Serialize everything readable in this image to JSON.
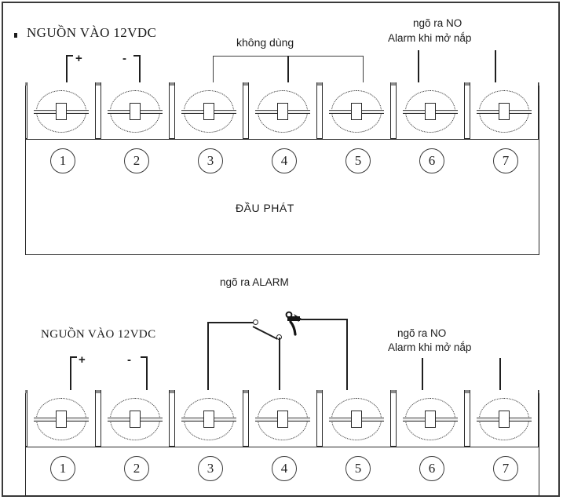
{
  "diagram": {
    "title_note": "Terminal block wiring diagram (7-pin) for transmitter unit",
    "bullet_marker": "",
    "upper": {
      "power_label": "NGUỒN VÀO 12VDC",
      "plus_sign": "+",
      "minus_sign": "-",
      "unused_label": "không dùng",
      "no_output_line1": "ngõ ra NO",
      "no_output_line2": "Alarm khi mở nắp",
      "unit_label": "ĐẦU PHÁT",
      "terminals": [
        {
          "number": "1"
        },
        {
          "number": "2"
        },
        {
          "number": "3"
        },
        {
          "number": "4"
        },
        {
          "number": "5"
        },
        {
          "number": "6"
        },
        {
          "number": "7"
        }
      ]
    },
    "lower": {
      "alarm_label": "ngõ ra ALARM",
      "power_label": "NGUỒN VÀO 12VDC",
      "plus_sign": "+",
      "minus_sign": "-",
      "no_output_line1": "ngõ ra NO",
      "no_output_line2": "Alarm khi mở nắp",
      "terminals": [
        {
          "number": "1"
        },
        {
          "number": "2"
        },
        {
          "number": "3"
        },
        {
          "number": "4"
        },
        {
          "number": "5"
        },
        {
          "number": "6"
        },
        {
          "number": "7"
        }
      ]
    },
    "colors": {
      "ink": "#1c1c1c",
      "line": "#2a2a2a",
      "rail": "#8c8c8c",
      "border": "#3a3a3a",
      "paper": "#ffffff"
    }
  }
}
